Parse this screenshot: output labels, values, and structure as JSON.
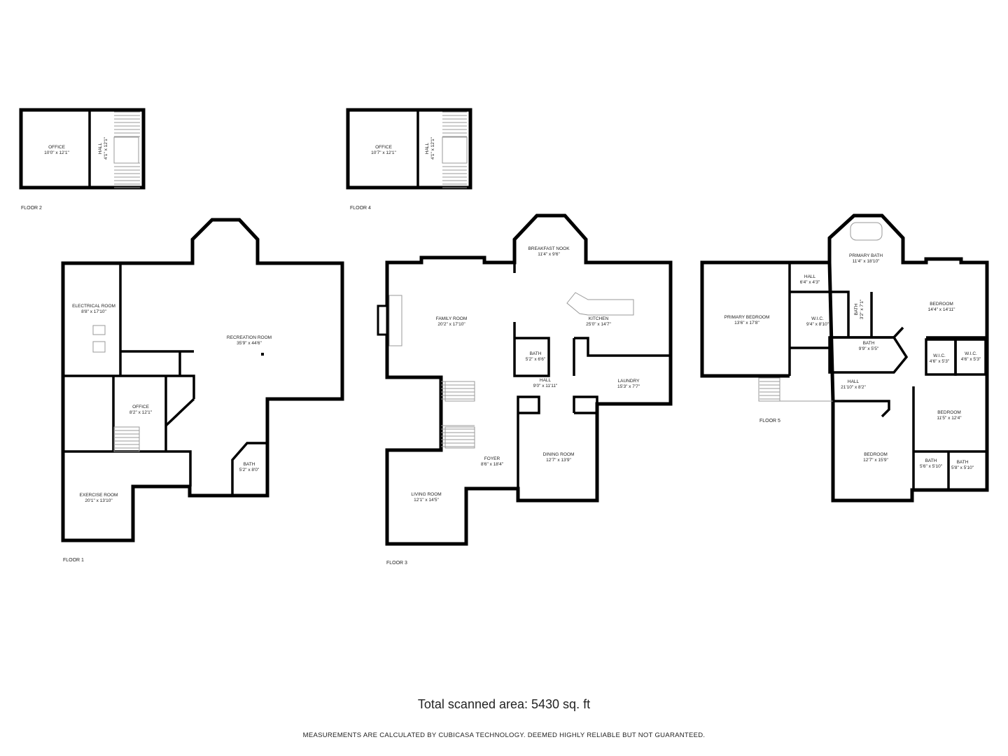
{
  "floors": [
    {
      "label": "FLOOR 1",
      "rooms": [
        {
          "name": "ELECTRICAL ROOM",
          "dims": "8'8\" x 17'10\""
        },
        {
          "name": "RECREATION ROOM",
          "dims": "35'9\" x 44'6\""
        },
        {
          "name": "OFFICE",
          "dims": "8'2\" x 12'1\""
        },
        {
          "name": "BATH",
          "dims": "5'2\" x 8'0\""
        },
        {
          "name": "EXERCISE ROOM",
          "dims": "20'1\" x 13'10\""
        }
      ]
    },
    {
      "label": "FLOOR 2",
      "rooms": [
        {
          "name": "OFFICE",
          "dims": "10'0\" x 12'1\""
        },
        {
          "name": "HALL",
          "dims": "4'1\" x 12'1\""
        }
      ]
    },
    {
      "label": "FLOOR 3",
      "rooms": [
        {
          "name": "BREAKFAST NOOK",
          "dims": "11'4\" x 9'6\""
        },
        {
          "name": "FAMILY ROOM",
          "dims": "20'2\" x 17'10\""
        },
        {
          "name": "KITCHEN",
          "dims": "25'0\" x 14'7\""
        },
        {
          "name": "BATH",
          "dims": "5'2\" x 6'6\""
        },
        {
          "name": "HALL",
          "dims": "9'0\" x 11'11\""
        },
        {
          "name": "LAUNDRY",
          "dims": "15'3\" x 7'7\""
        },
        {
          "name": "FOYER",
          "dims": "8'6\" x 18'4\""
        },
        {
          "name": "DINING ROOM",
          "dims": "12'7\" x 13'9\""
        },
        {
          "name": "LIVING ROOM",
          "dims": "12'1\" x 14'5\""
        }
      ]
    },
    {
      "label": "FLOOR 4",
      "rooms": [
        {
          "name": "OFFICE",
          "dims": "10'7\" x 12'1\""
        },
        {
          "name": "HALL",
          "dims": "4'1\" x 12'1\""
        }
      ]
    },
    {
      "label": "FLOOR 5",
      "rooms": [
        {
          "name": "PRIMARY BATH",
          "dims": "11'4\" x 18'10\""
        },
        {
          "name": "HALL",
          "dims": "6'4\" x 4'3\""
        },
        {
          "name": "PRIMARY BEDROOM",
          "dims": "13'6\" x 17'8\""
        },
        {
          "name": "W.I.C.",
          "dims": "9'4\" x 8'10\""
        },
        {
          "name": "BATH",
          "dims": "3'2\" x 7'1\""
        },
        {
          "name": "BEDROOM",
          "dims": "14'4\" x 14'11\""
        },
        {
          "name": "BATH",
          "dims": "9'9\" x 5'5\""
        },
        {
          "name": "W.I.C.",
          "dims": "4'6\" x 5'3\""
        },
        {
          "name": "W.I.C.",
          "dims": "4'6\" x 5'3\""
        },
        {
          "name": "HALL",
          "dims": "21'10\" x 8'2\""
        },
        {
          "name": "BEDROOM",
          "dims": "11'5\" x 12'4\""
        },
        {
          "name": "BEDROOM",
          "dims": "12'7\" x 15'9\""
        },
        {
          "name": "BATH",
          "dims": "5'6\" x 5'10\""
        },
        {
          "name": "BATH",
          "dims": "5'8\" x 5'10\""
        }
      ]
    }
  ],
  "total_area": "Total scanned area: 5430 sq. ft",
  "disclaimer": "MEASUREMENTS ARE CALCULATED BY CUBICASA TECHNOLOGY. DEEMED HIGHLY RELIABLE BUT NOT GUARANTEED."
}
